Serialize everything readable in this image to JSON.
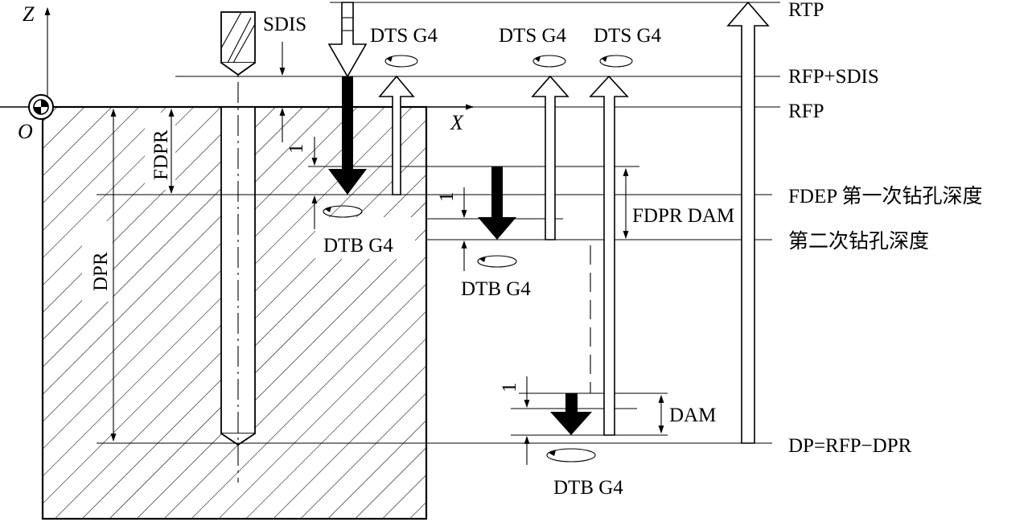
{
  "colors": {
    "ink": "#000000",
    "background": "#ffffff"
  },
  "axes": {
    "z_label": "Z",
    "x_label": "X",
    "origin_label": "O"
  },
  "levels": {
    "rtp": "RTP",
    "rfp_sdis": "RFP+SDIS",
    "rfp": "RFP",
    "fdep": "FDEP 第一次钻孔深度",
    "second_depth": "第二次钻孔深度",
    "dp": "DP=RFP−DPR"
  },
  "dims": {
    "sdis": "SDIS",
    "fdpr": "FDPR",
    "dpr": "DPR",
    "fdpr_dam": "FDPR DAM",
    "dam": "DAM",
    "one_a": "1",
    "one_b": "1",
    "one_c": "1"
  },
  "dwell": {
    "dts_1": "DTS G4",
    "dts_2": "DTS G4",
    "dts_3": "DTS G4",
    "dtb_1": "DTB G4",
    "dtb_2": "DTB G4",
    "dtb_3": "DTB G4"
  },
  "icons": {
    "origin": "origin-symbol-icon",
    "dwell": "dwell-rotation-icon"
  }
}
